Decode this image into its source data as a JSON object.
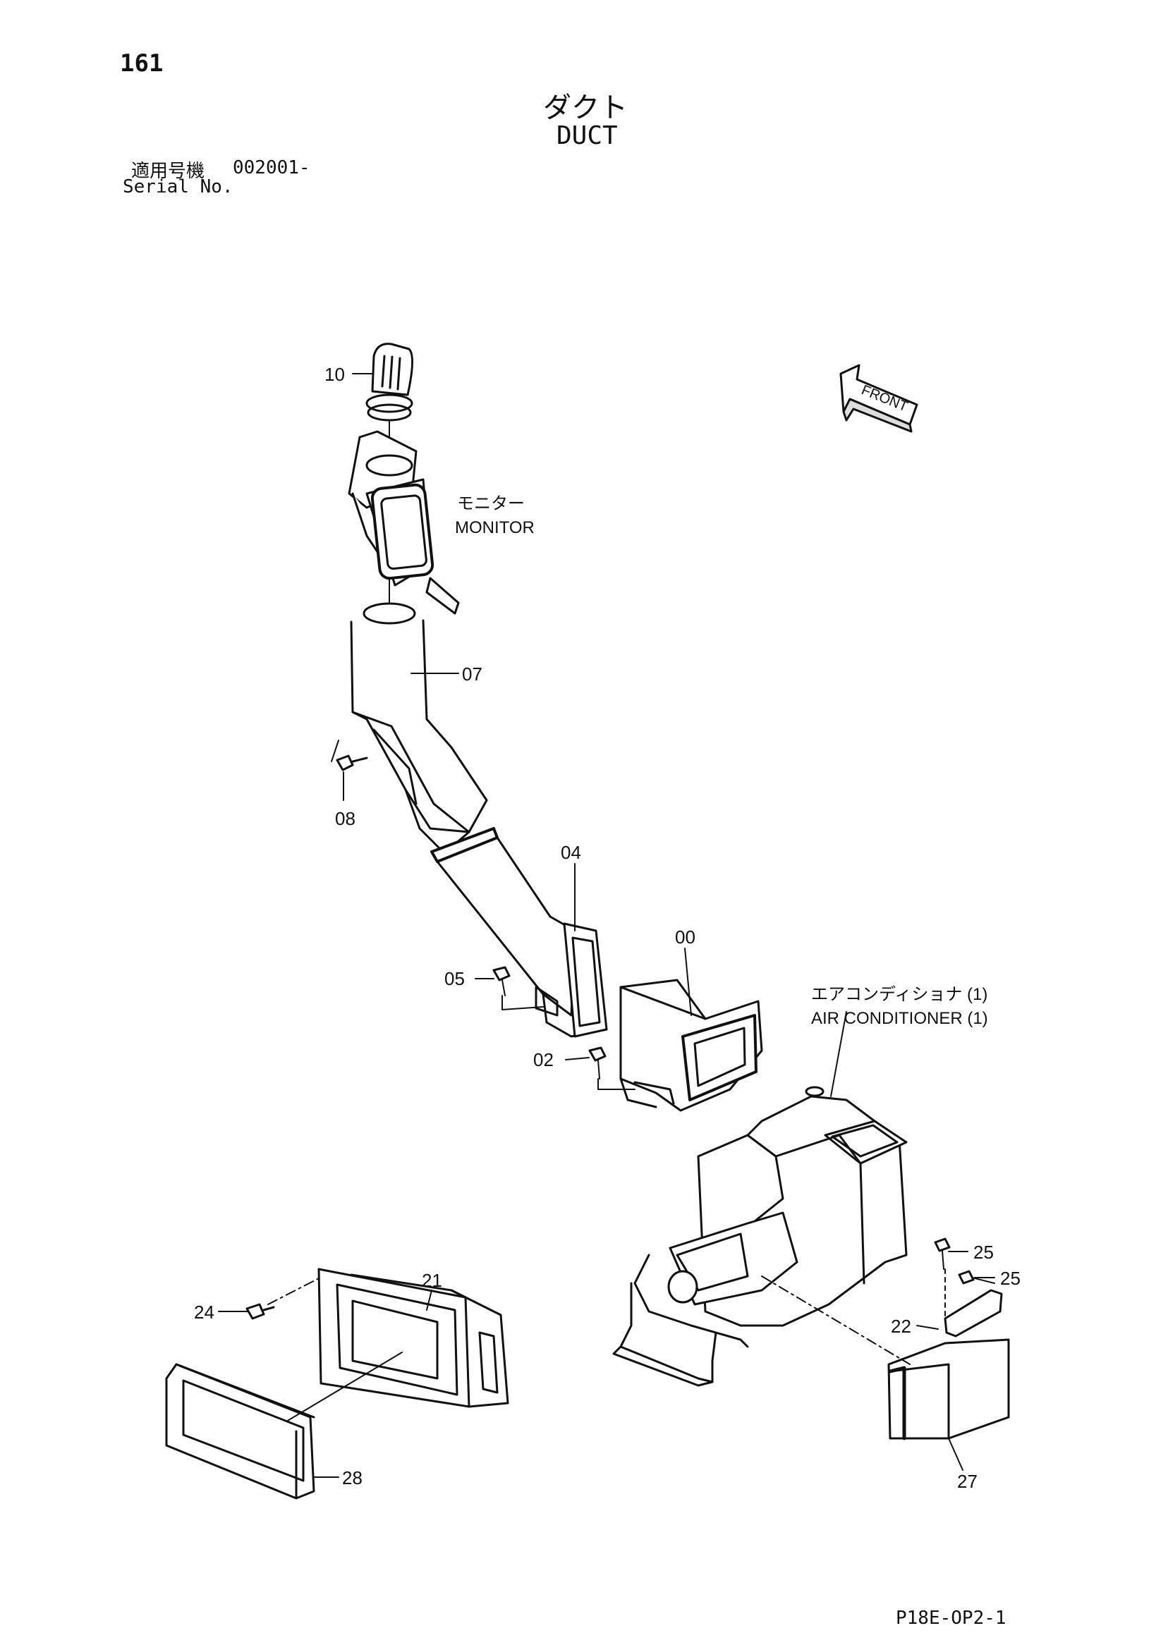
{
  "header": {
    "page_number": "161",
    "title_jp": "ダクト",
    "title_en": "DUCT",
    "serial_label_jp": "適用号機",
    "serial_value": "002001-",
    "serial_label_en": "Serial No."
  },
  "footer": {
    "drawing_code": "P18E-OP2-1"
  },
  "orientation": {
    "arrow_label": "FRONT",
    "icon": "front-arrow-icon"
  },
  "callouts": {
    "monitor_jp": "モニター",
    "monitor_en": "MONITOR",
    "aircon_jp": "エアコンディショナ (1)",
    "aircon_en": "AIR CONDITIONER (1)"
  },
  "part_labels": {
    "p00": "00",
    "p02": "02",
    "p04": "04",
    "p05": "05",
    "p07": "07",
    "p08": "08",
    "p10": "10",
    "p21": "21",
    "p22": "22",
    "p24": "24",
    "p25a": "25",
    "p25b": "25",
    "p27": "27",
    "p28": "28"
  },
  "colors": {
    "ink": "#111111",
    "paper": "#ffffff"
  }
}
